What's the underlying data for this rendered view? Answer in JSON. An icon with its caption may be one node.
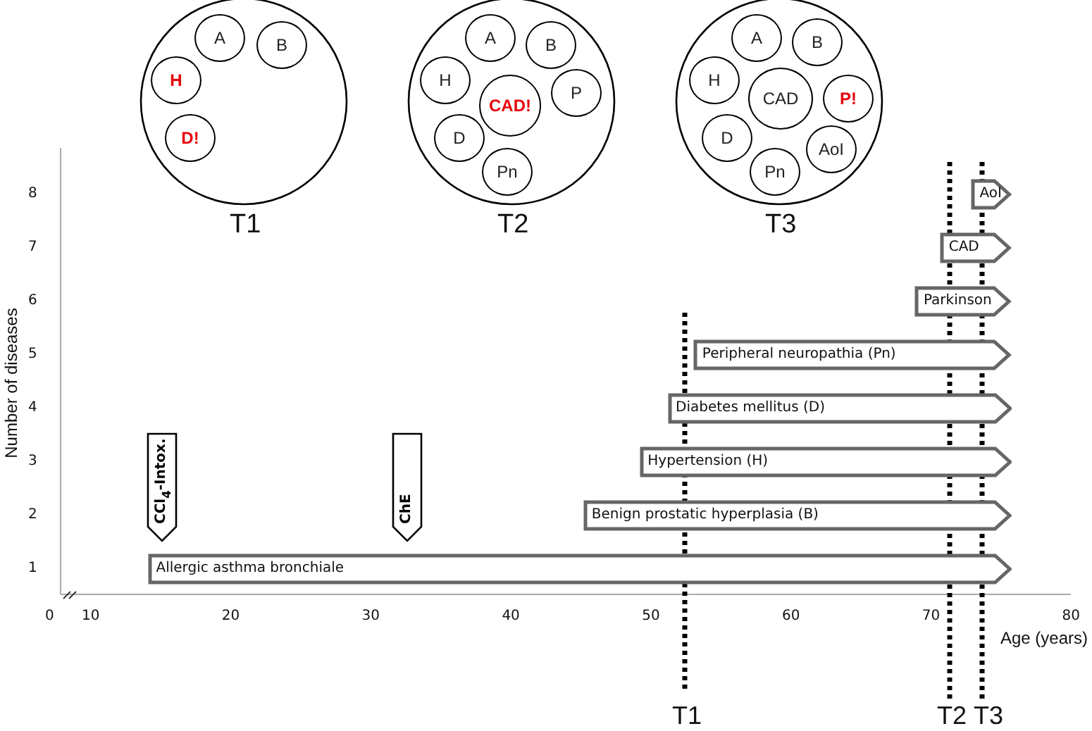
{
  "diagram": {
    "nodes": [
      {
        "text": [
          "T1"
        ]
      },
      {
        "text": [
          "A"
        ],
        "in": 0
      },
      {
        "text": [
          "B"
        ],
        "in": 0
      },
      {
        "text": [
          "H"
        ],
        "in": 0
      },
      {
        "text": [
          "D!"
        ],
        "in": 0
      },
      {
        "text": [
          "T2"
        ]
      },
      {
        "text": [
          "A"
        ],
        "in": 5
      },
      {
        "text": [
          "B"
        ],
        "in": 5
      },
      {
        "text": [
          "H"
        ],
        "in": 5
      },
      {
        "text": [
          "CAD!"
        ],
        "in": 5
      },
      {
        "text": [
          "P"
        ],
        "in": 5
      },
      {
        "text": [
          "D"
        ],
        "in": 5
      },
      {
        "text": [
          "Pn"
        ],
        "in": 5
      },
      {
        "text": [
          "T3"
        ]
      },
      {
        "text": [
          "A"
        ],
        "in": 13
      },
      {
        "text": [
          "B"
        ],
        "in": 13
      },
      {
        "text": [
          "H"
        ],
        "in": 13
      },
      {
        "text": [
          "CAD"
        ],
        "in": 13
      },
      {
        "text": [
          "P!"
        ],
        "in": 13
      },
      {
        "text": [
          "D"
        ],
        "in": 13
      },
      {
        "text": [
          "AoI"
        ],
        "in": 13
      },
      {
        "text": [
          "Pn"
        ],
        "in": 13
      },
      {
        "text": [
          "AoI"
        ]
      },
      {
        "text": [
          "CAD"
        ]
      },
      {
        "text": [
          "Parkinson"
        ]
      },
      {
        "text": [
          "Peripheral neuropathia (Pn)"
        ]
      },
      {
        "text": [
          "Diabetes mellitus (D)"
        ]
      },
      {
        "text": [
          "Hypertension (H)"
        ]
      },
      {
        "text": [
          "CCl$_{4}$-Intox."
        ]
      },
      {
        "text": [
          "ChE"
        ]
      },
      {
        "text": [
          "Benign prostatic hyperplasia (B)"
        ]
      },
      {
        "text": [
          "Allergic asthma bronchiale"
        ]
      }
    ],
    "labels": [
      "8",
      "7",
      "6",
      "5",
      "4",
      "3",
      "2",
      "1",
      "Number of diseases",
      "0",
      "10",
      "20",
      "30",
      "40",
      "50",
      "60",
      "70",
      "80",
      "Age (years)",
      "T1",
      "T2",
      "T3"
    ]
  }
}
